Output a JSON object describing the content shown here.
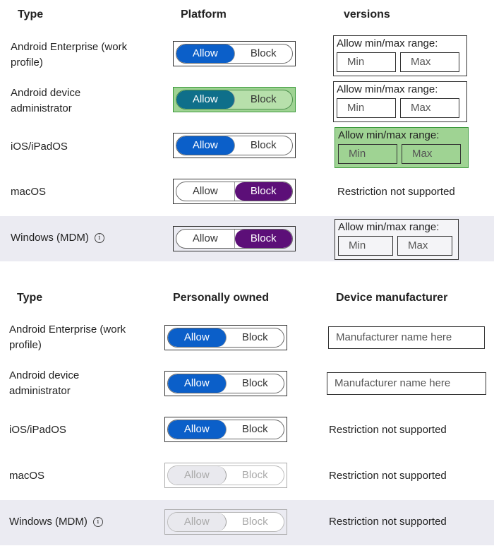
{
  "platform_section": {
    "headers": {
      "type": "Type",
      "platform": "Platform",
      "versions": "versions"
    },
    "rows": [
      {
        "type": "Android Enterprise (work profile)",
        "allow": "Allow",
        "block": "Block",
        "selected": "allow",
        "range_title": "Allow min/max range:",
        "min": "Min",
        "max": "Max"
      },
      {
        "type": "Android device administrator",
        "allow": "Allow",
        "block": "Block",
        "selected": "allow",
        "range_title": "Allow min/max range:",
        "min": "Min",
        "max": "Max"
      },
      {
        "type": "iOS/iPadOS",
        "allow": "Allow",
        "block": "Block",
        "selected": "allow",
        "range_title": "Allow min/max range:",
        "min": "Min",
        "max": "Max"
      },
      {
        "type": "macOS",
        "allow": "Allow",
        "block": "Block",
        "selected": "block",
        "note": "Restriction not supported"
      },
      {
        "type": "Windows (MDM)",
        "allow": "Allow",
        "block": "Block",
        "selected": "block",
        "range_title": "Allow min/max range:",
        "min": "Min",
        "max": "Max"
      }
    ]
  },
  "owned_section": {
    "headers": {
      "type": "Type",
      "personally_owned": "Personally owned",
      "manufacturer": "Device manufacturer"
    },
    "rows": [
      {
        "type": "Android Enterprise (work profile)",
        "allow": "Allow",
        "block": "Block",
        "selected": "allow",
        "manufacturer_placeholder": "Manufacturer name here"
      },
      {
        "type": "Android device administrator",
        "allow": "Allow",
        "block": "Block",
        "selected": "allow",
        "manufacturer_placeholder": "Manufacturer name here"
      },
      {
        "type": "iOS/iPadOS",
        "allow": "Allow",
        "block": "Block",
        "selected": "allow",
        "note": "Restriction not supported"
      },
      {
        "type": "macOS",
        "allow": "Allow",
        "block": "Block",
        "selected": "disabled",
        "note": "Restriction not supported"
      },
      {
        "type": "Windows (MDM)",
        "allow": "Allow",
        "block": "Block",
        "selected": "disabled",
        "note": "Restriction not supported"
      }
    ]
  },
  "highlight_color": "#9fd393",
  "colors": {
    "allow_on": "#0b5fc9",
    "block_on": "#5c0f78"
  },
  "icons": {
    "info": "info-icon"
  }
}
